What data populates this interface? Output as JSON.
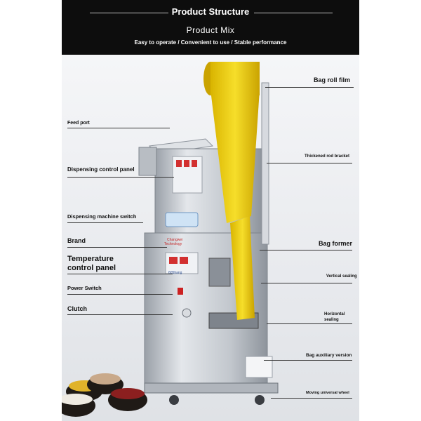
{
  "header": {
    "title": "Product Structure",
    "subtitle": "Product  Mix",
    "tagline": "Easy to operate / Convenient to use / Stable performance"
  },
  "labels": {
    "bag_roll_film": "Bag roll film",
    "feed_port": "Feed port",
    "thickened_rod_bracket": "Thickened rod bracket",
    "dispensing_control_panel": "Dispensing control panel",
    "dispensing_machine_switch": "Dispensing machine switch",
    "brand": "Brand",
    "bag_former": "Bag former",
    "temperature_control_panel_1": "Temperature",
    "temperature_control_panel_2": "control panel",
    "vertical_sealing": "Vertical sealing",
    "power_switch": "Power Switch",
    "horizontal_sealing_1": "Horizontal",
    "horizontal_sealing_2": "sealing",
    "clutch": "Clutch",
    "bag_auxiliary_version": "Bag auxiliary version",
    "moving_universal_wheel": "Moving universal wheel"
  },
  "machine_text": {
    "brand_line1": "Changwei",
    "brand_line2": "Technology",
    "brand_line3": "605hang"
  },
  "colors": {
    "header_bg": "#0d0d0d",
    "film_yellow": "#f2d41c",
    "steel": "#c9ccd1"
  }
}
